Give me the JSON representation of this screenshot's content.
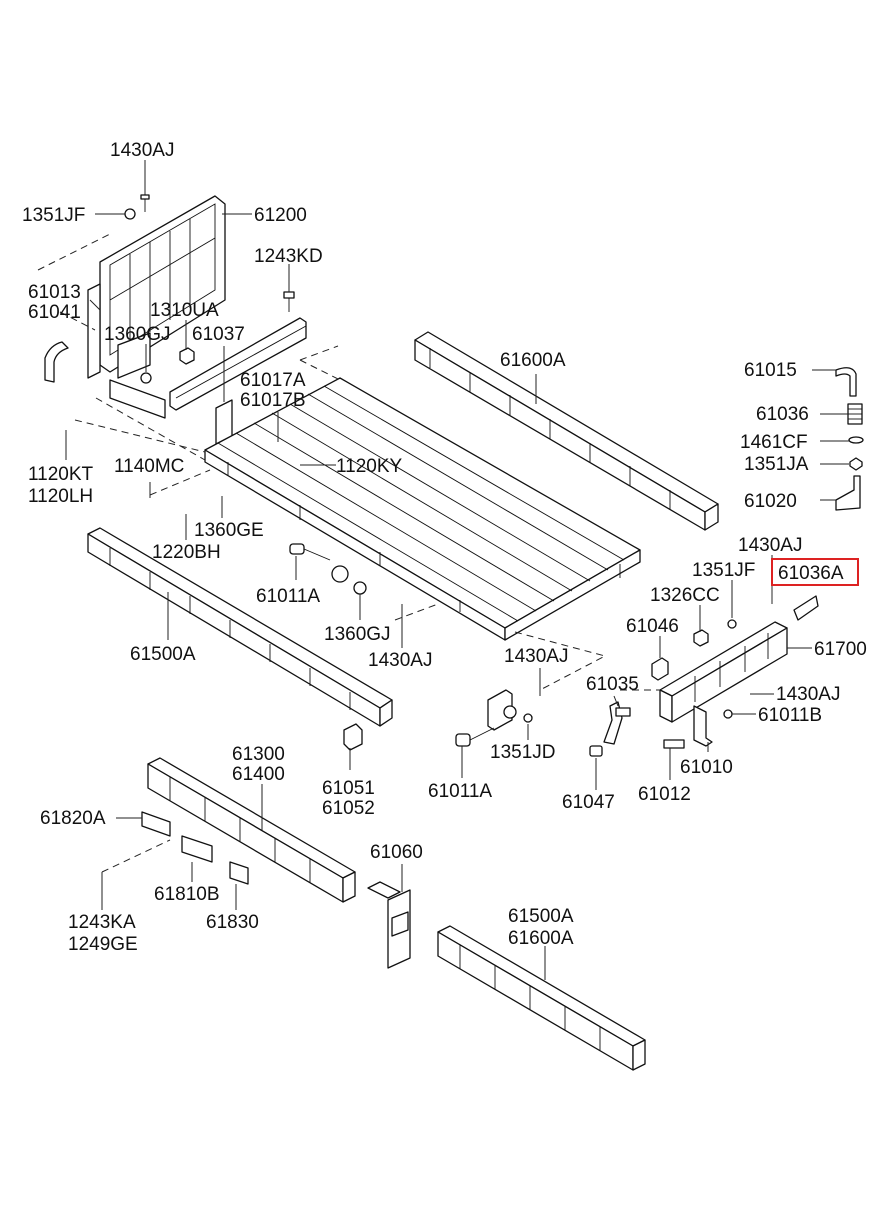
{
  "diagram": {
    "highlighted_label": "61036A",
    "highlight_color": "#dd2222",
    "labels": {
      "l1430aj_top": "1430AJ",
      "l1351jf_top": "1351JF",
      "l61200": "61200",
      "l1243kd": "1243KD",
      "l61013": "61013",
      "l61041": "61041",
      "l1310ua": "1310UA",
      "l1360gj_top": "1360GJ",
      "l61037": "61037",
      "l61600a_top": "61600A",
      "l61015": "61015",
      "l61036": "61036",
      "l1461cf": "1461CF",
      "l1351ja": "1351JA",
      "l61020": "61020",
      "l61017a": "61017A",
      "l61017b": "61017B",
      "l1120kt": "1120KT",
      "l1120lh": "1120LH",
      "l1140mc": "1140MC",
      "l1120ky": "1120KY",
      "l1360ge": "1360GE",
      "l1220bh": "1220BH",
      "l61011a_mid": "61011A",
      "l1360gj_mid": "1360GJ",
      "l1430aj_mid": "1430AJ",
      "l61500a_left": "61500A",
      "l1430aj_right": "1430AJ",
      "l1351jf_right": "1351JF",
      "l61036a": "61036A",
      "l1326cc": "1326CC",
      "l61046": "61046",
      "l61700": "61700",
      "l1430aj_center": "1430AJ",
      "l61035": "61035",
      "l1430aj_r2": "1430AJ",
      "l61011b": "61011B",
      "l61010": "61010",
      "l61012": "61012",
      "l61047": "61047",
      "l1351jd": "1351JD",
      "l61011a_bot": "61011A",
      "l61300": "61300",
      "l61400": "61400",
      "l61051": "61051",
      "l61052": "61052",
      "l61820a": "61820A",
      "l61810b": "61810B",
      "l61830": "61830",
      "l1243ka": "1243KA",
      "l1249ge": "1249GE",
      "l61060": "61060",
      "l61500a_bot": "61500A",
      "l61600a_bot": "61600A"
    }
  }
}
